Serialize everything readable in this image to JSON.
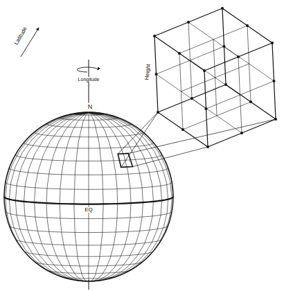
{
  "diagram": {
    "labels": [
      "Longitude",
      "N",
      "Latitude",
      "EQ",
      "Height"
    ]
  }
}
